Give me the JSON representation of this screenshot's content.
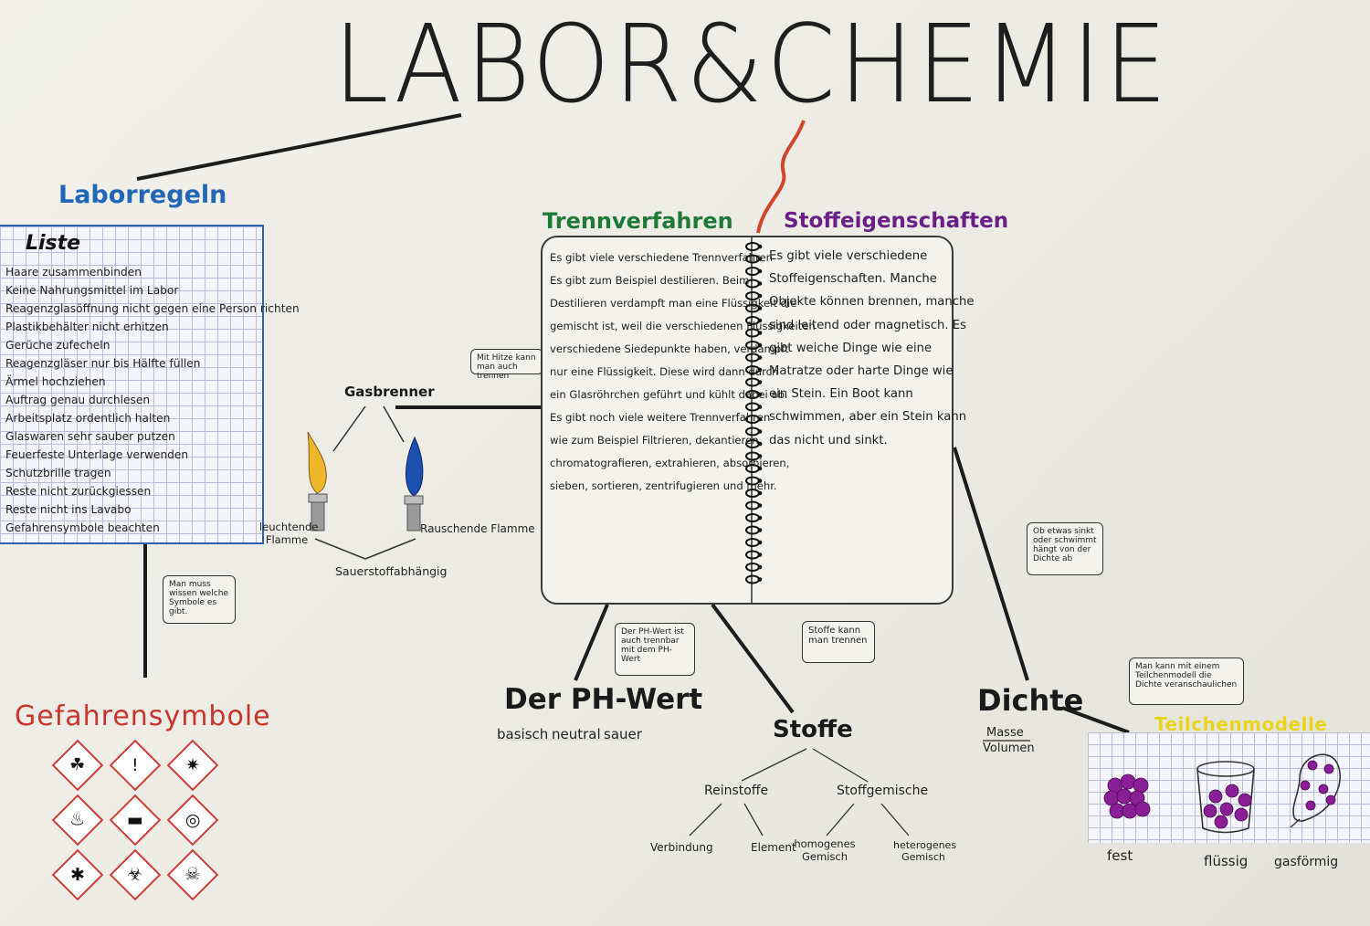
{
  "title": "LABOR&CHEMIE",
  "laborregeln": {
    "heading": "Laborregeln",
    "list_heading": "Liste",
    "items": [
      "Haare zusammenbinden",
      "Keine Nahrungsmittel im Labor",
      "Reagenzglasöffnung nicht gegen eine Person richten",
      "Plastikbehälter nicht erhitzen",
      "Gerüche zufecheln",
      "Reagenzgläser nur bis Hälfte füllen",
      "Ärmel hochziehen",
      "Auftrag genau durchlesen",
      "Arbeitsplatz ordentlich halten",
      "Glaswaren sehr sauber putzen",
      "Feuerfeste Unterlage verwenden",
      "Schutzbrille tragen",
      "Reste nicht zurückgiessen",
      "Reste nicht ins Lavabo",
      "Gefahrensymbole beachten"
    ]
  },
  "gefahren": {
    "heading": "Gefahrensymbole",
    "bubble": "Man muss wissen welche Symbole es gibt.",
    "icons": [
      "environment-hazard-icon",
      "exclamation-icon",
      "explosive-icon",
      "flammable-icon",
      "gas-cylinder-icon",
      "oxidizing-icon",
      "health-hazard-icon",
      "corrosive-icon",
      "skull-icon"
    ]
  },
  "gasbrenner": {
    "heading": "Gasbrenner",
    "bubble": "Mit Hitze kann man auch trennen",
    "left_flame": "leuchtende Flamme",
    "right_flame": "Rauschende Flamme",
    "bottom": "Sauerstoffabhängig",
    "flame_colors": {
      "yellow": "#f0b62a",
      "blue": "#1d4fb0"
    }
  },
  "trennverfahren": {
    "heading": "Trennverfahren",
    "lines": [
      "Es gibt viele verschiedene Trennverfahren",
      "Es gibt zum Beispiel destilieren. Beim",
      "Destilieren verdampft man eine Flüssigkeit die",
      "gemischt ist, weil die verschiedenen Flüssigkeiten",
      "verschiedene Siedepunkte haben, verdampft",
      "nur eine Flüssigkeit. Diese wird dann durch",
      "ein Glasröhrchen geführt und kühlt dabei ab.",
      "Es gibt noch viele weitere Trennverfahren",
      "wie zum Beispiel Filtrieren, dekantieren,",
      "chromatografieren, extrahieren, absorbieren,",
      "sieben, sortieren, zentrifugieren und mehr."
    ]
  },
  "stoffeigenschaften": {
    "heading": "Stoffeigenschaften",
    "lines": [
      "Es gibt viele verschiedene",
      "Stoffeigenschaften. Manche",
      "Objekte können brennen, manche",
      "sind leitend oder magnetisch. Es",
      "gibt weiche Dinge wie eine",
      "Matratze oder harte Dinge wie",
      "ein Stein. Ein Boot kann",
      "schwimmen, aber ein Stein kann",
      "das nicht und sinkt."
    ]
  },
  "phwert": {
    "heading": "Der PH-Wert",
    "bubble": "Der PH-Wert ist auch trennbar mit dem PH-Wert",
    "scale": [
      "basisch",
      "neutral",
      "sauer"
    ]
  },
  "stoffe": {
    "heading": "Stoffe",
    "bubble": "Stoffe kann man trennen",
    "reinstoffe": "Reinstoffe",
    "stoffgemische": "Stoffgemische",
    "verbindung": "Verbindung",
    "element": "Element",
    "homogen": "homogenes Gemisch",
    "heterogen": "heterogenes Gemisch"
  },
  "dichte": {
    "heading": "Dichte",
    "bubble": "Ob etwas sinkt oder schwimmt hängt von der Dichte ab",
    "numerator": "Masse",
    "denominator": "Volumen"
  },
  "teilchen": {
    "heading": "Teilchenmodelle",
    "bubble": "Man kann mit einem Teilchenmodell die Dichte veranschaulichen",
    "states": [
      "fest",
      "flüssig",
      "gasförmig"
    ],
    "particle_color": "#8a1e96",
    "heading_color": "#e8d41c"
  },
  "accent_colors": {
    "spine_red": "#d2452a",
    "box_blue": "#2a62b0",
    "hazard_red": "#d03a32"
  }
}
